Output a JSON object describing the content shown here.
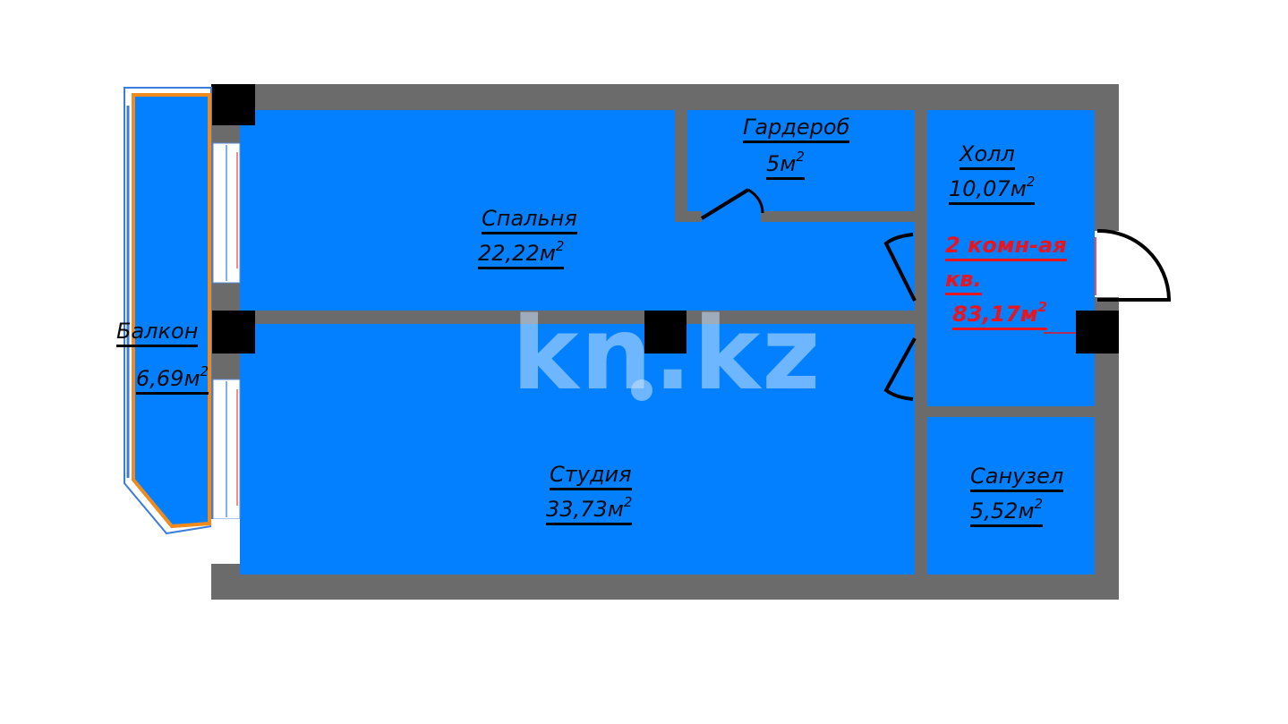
{
  "colors": {
    "room_fill": "#0280ff",
    "wall": "#6b6b6b",
    "column": "#000000",
    "balcony_frame": "#f08a1c",
    "highlight": "#e8141e"
  },
  "rooms": {
    "wardrobe": {
      "name": "Гардероб",
      "area": "5м",
      "unit_power": "2"
    },
    "hall": {
      "name": "Холл",
      "area": "10,07м",
      "unit_power": "2"
    },
    "bedroom": {
      "name": "Спальня",
      "area": "22,22м",
      "unit_power": "2"
    },
    "balcony": {
      "name": "Балкон",
      "area": "6,69м",
      "unit_power": "2"
    },
    "studio": {
      "name": "Студия",
      "area": "33,73м",
      "unit_power": "2"
    },
    "bathroom": {
      "name": "Санузел",
      "area": "5,52м",
      "unit_power": "2"
    }
  },
  "apartment": {
    "type_line1": "2 комн-ая",
    "type_line2": "кв.",
    "total_area": "83,17м",
    "unit_power": "2"
  },
  "watermark": "kn.kz",
  "watermark_icon": "home-pin-icon"
}
